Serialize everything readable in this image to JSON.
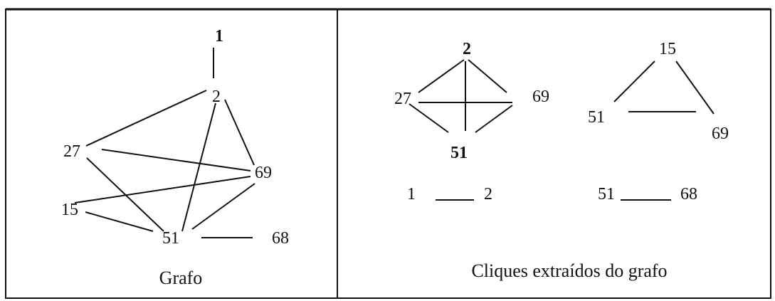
{
  "left_panel": {
    "caption": "Grafo",
    "nodes": {
      "n1": "1",
      "n2": "2",
      "n27": "27",
      "n69": "69",
      "n15": "15",
      "n51": "51",
      "n68": "68"
    }
  },
  "right_panel": {
    "caption": "Cliques extraídos do grafo",
    "clique_a": {
      "top": "2",
      "left": "27",
      "right": "69",
      "bottom": "51"
    },
    "clique_b": {
      "top": "15",
      "left": "51",
      "right": "69"
    },
    "clique_c": {
      "left": "1",
      "right": "2"
    },
    "clique_d": {
      "left": "51",
      "right": "68"
    }
  },
  "edges": [
    [
      "1",
      "2"
    ],
    [
      "2",
      "27"
    ],
    [
      "2",
      "69"
    ],
    [
      "2",
      "51"
    ],
    [
      "27",
      "69"
    ],
    [
      "27",
      "51"
    ],
    [
      "15",
      "69"
    ],
    [
      "15",
      "51"
    ],
    [
      "51",
      "69"
    ],
    [
      "51",
      "68"
    ]
  ]
}
